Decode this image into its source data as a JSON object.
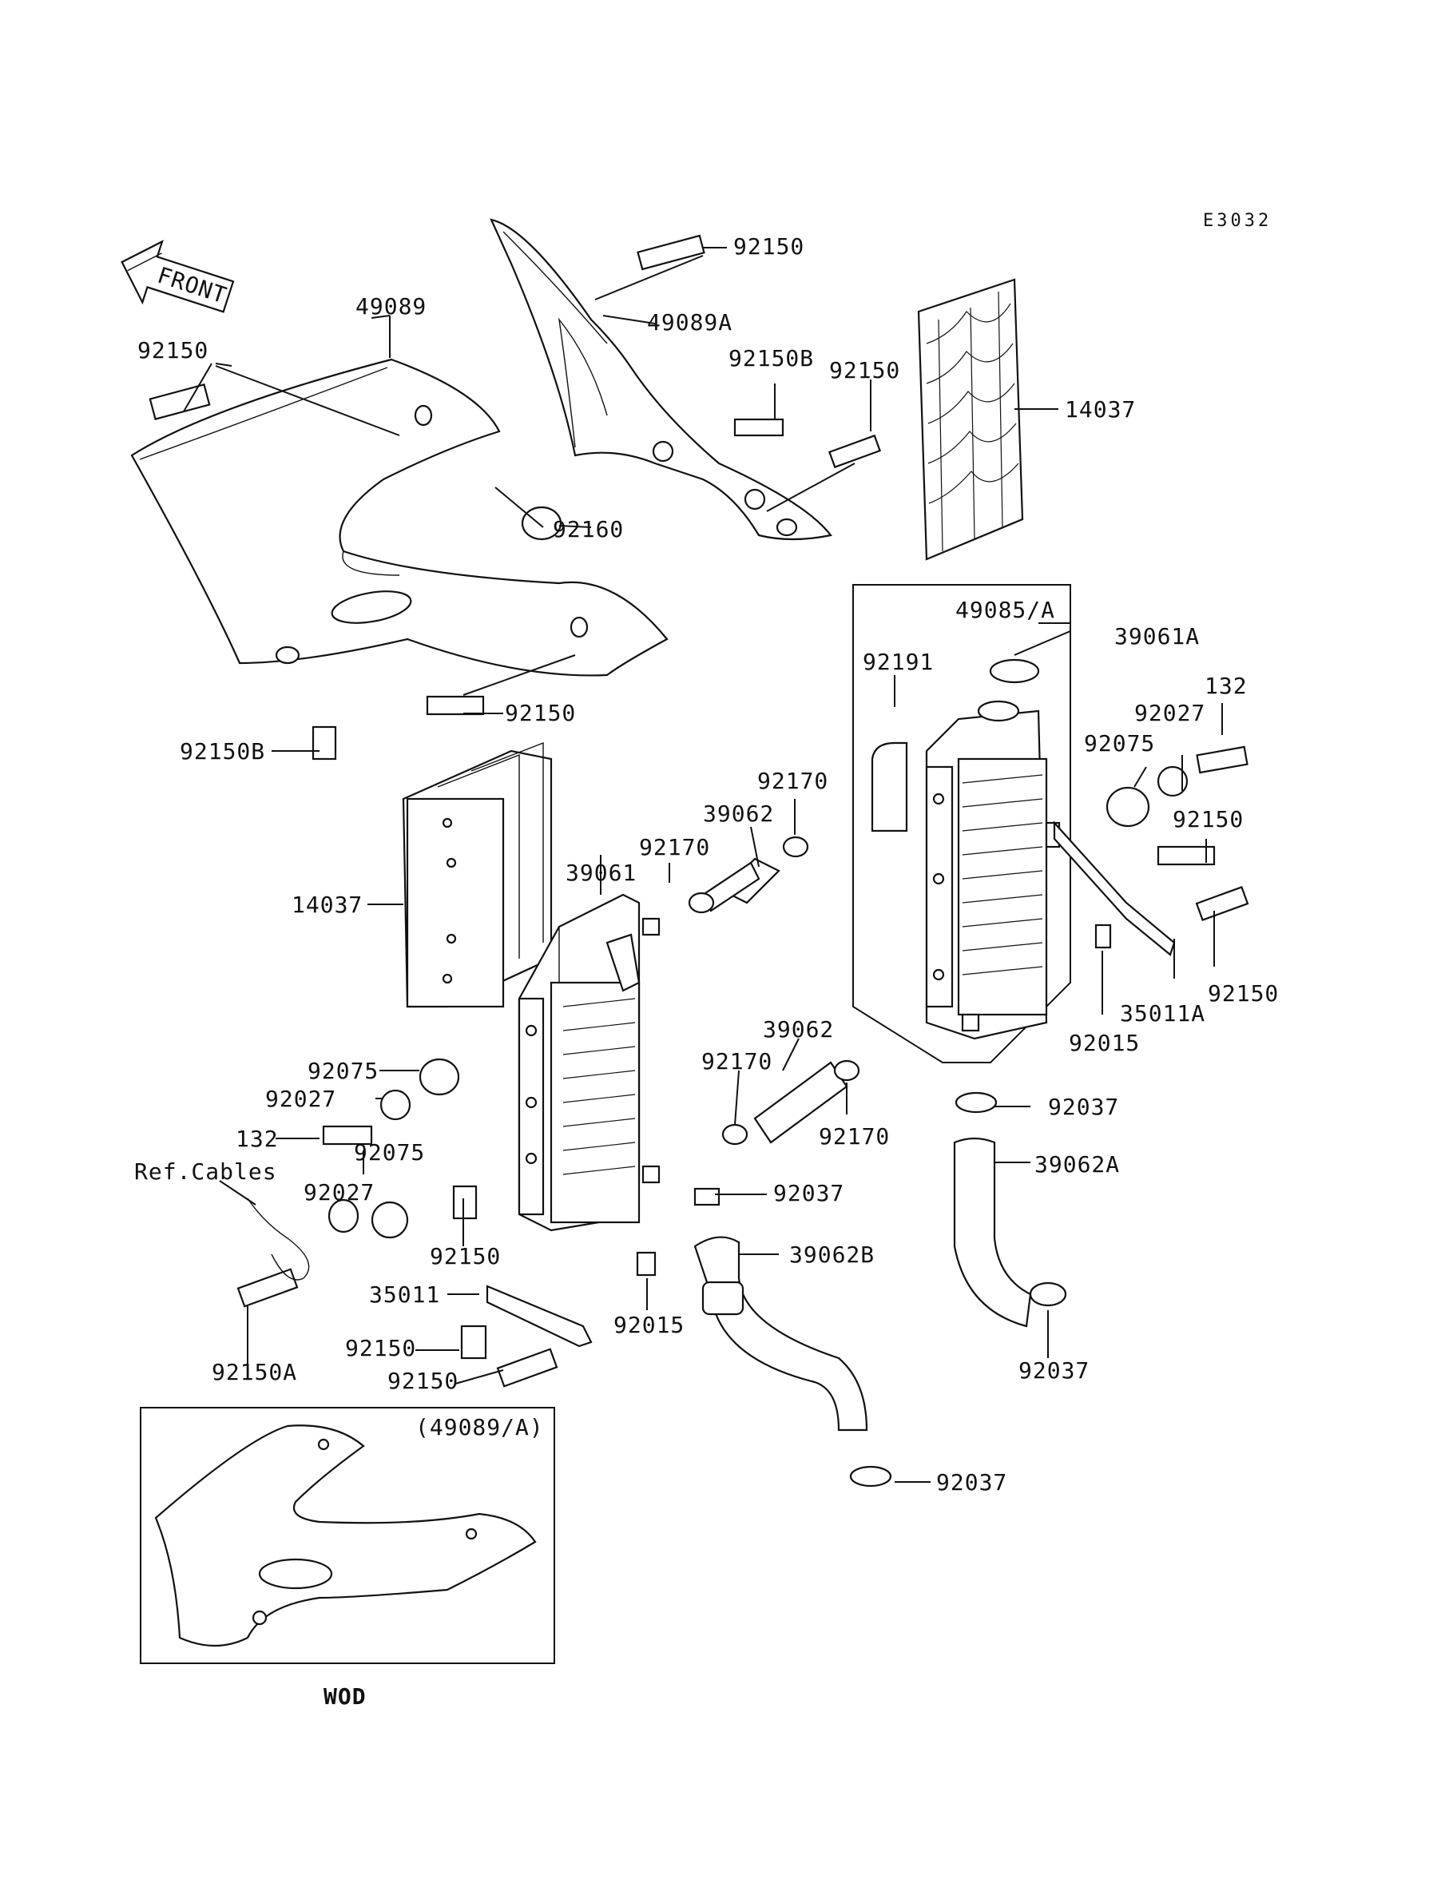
{
  "diagram": {
    "code": "E3032",
    "front_label": "FRONT",
    "inset_caption": "(49089/A)",
    "inset_footer": "WOD"
  },
  "labels": {
    "l_92150_top": "92150",
    "l_49089A": "49089A",
    "l_49089": "49089",
    "l_92150_left": "92150",
    "l_92150B_top": "92150B",
    "l_92150_mid": "92150",
    "l_14037_top": "14037",
    "l_92160": "92160",
    "l_92150_shroud": "92150",
    "l_92150B_bot": "92150B",
    "l_49085A": "49085/A",
    "l_39061A": "39061A",
    "l_92191": "92191",
    "l_132_right": "132",
    "l_92027_right": "92027",
    "l_92075_right": "92075",
    "l_92170_a": "92170",
    "l_39062_a": "39062",
    "l_92170_b": "92170",
    "l_92150_right1": "92150",
    "l_39061": "39061",
    "l_14037_left": "14037",
    "l_92150_right2": "92150",
    "l_35011A": "35011A",
    "l_92015_right": "92015",
    "l_39062_b": "39062",
    "l_92170_c": "92170",
    "l_92075_left1": "92075",
    "l_92027_left1": "92027",
    "l_92037_a": "92037",
    "l_132_left": "132",
    "l_92075_left2": "92075",
    "l_92170_d": "92170",
    "l_39062A": "39062A",
    "l_refcables": "Ref.Cables",
    "l_92027_left2": "92027",
    "l_92037_b": "92037",
    "l_92150_low": "92150",
    "l_39062B": "39062B",
    "l_35011": "35011",
    "l_92015_left": "92015",
    "l_92150_b1": "92150",
    "l_92150A": "92150A",
    "l_92150_b2": "92150",
    "l_92037_c": "92037",
    "l_92037_d": "92037"
  }
}
